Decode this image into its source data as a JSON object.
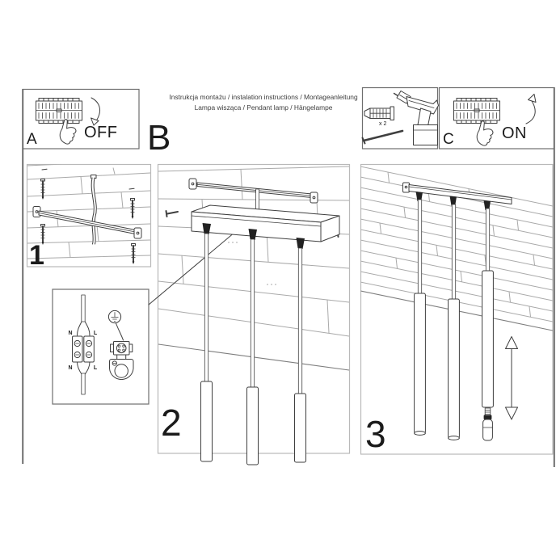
{
  "document": {
    "title_line1": "Instrukcja montażu / instalation instructions / Montageanleitung",
    "title_line2": "Lampa wisząca / Pendant lamp / Hängelampe"
  },
  "labels": {
    "panel_a": "A",
    "panel_b": "B",
    "panel_c": "C",
    "switch_off": "OFF",
    "switch_on": "ON",
    "step_1": "1",
    "step_2": "2",
    "step_3": "3",
    "anchor_qty": "x 2",
    "wire_n_top": "N",
    "wire_l_top": "L",
    "wire_n_bottom": "N",
    "wire_l_bottom": "L"
  },
  "colors": {
    "ink": "#3f3f3f",
    "ink-dark": "#222222",
    "plank": "#a9a9a9",
    "plank-dark": "#7d7d7d",
    "panel-border": "#b9b9b9",
    "box-border": "#6e6e6e",
    "text": "#1b1b1b",
    "paper": "#ffffff"
  }
}
